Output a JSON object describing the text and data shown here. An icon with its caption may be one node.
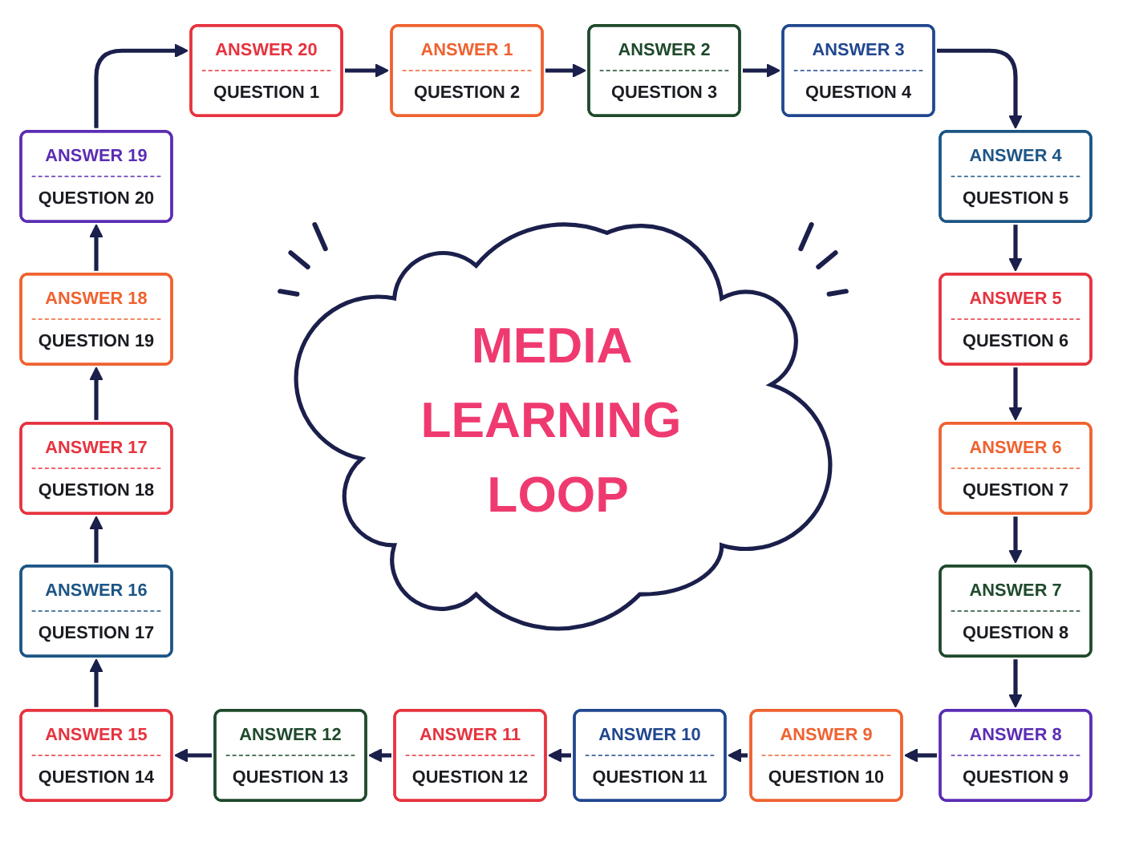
{
  "diagram": {
    "nodes": [
      {
        "text": [
          "MEDIA LEARNING LOOP"
        ]
      },
      {
        "text": [
          "ANSWER 20",
          "QUESTION 1"
        ]
      },
      {
        "text": [
          "ANSWER 1",
          "QUESTION 2"
        ]
      },
      {
        "text": [
          "ANSWER 2",
          "QUESTION 3"
        ]
      },
      {
        "text": [
          "ANSWER 3",
          "QUESTION 4"
        ]
      },
      {
        "text": [
          "ANSWER 4",
          "QUESTION 5"
        ]
      },
      {
        "text": [
          "ANSWER 5",
          "QUESTION 6"
        ]
      },
      {
        "text": [
          "ANSWER 6",
          "QUESTION 7"
        ]
      },
      {
        "text": [
          "ANSWER 7",
          "QUESTION 8"
        ]
      },
      {
        "text": [
          "ANSWER 8",
          "QUESTION 9"
        ]
      },
      {
        "text": [
          "ANSWER 9",
          "QUESTION 10"
        ]
      },
      {
        "text": [
          "ANSWER 10",
          "QUESTION 11"
        ]
      },
      {
        "text": [
          "ANSWER 11",
          "QUESTION 12"
        ]
      },
      {
        "text": [
          "ANSWER 12",
          "QUESTION 13"
        ]
      },
      {
        "text": [
          "ANSWER 15",
          "QUESTION 14"
        ]
      },
      {
        "text": [
          "ANSWER 16",
          "QUESTION 17"
        ]
      },
      {
        "text": [
          "ANSWER 17",
          "QUESTION 18"
        ]
      },
      {
        "text": [
          "ANSWER 18",
          "QUESTION 19"
        ]
      },
      {
        "text": [
          "ANSWER 19",
          "QUESTION 20"
        ]
      }
    ],
    "edges": [
      {
        "from": 1,
        "to": 2,
        "arrow": "to"
      },
      {
        "from": 2,
        "to": 3,
        "arrow": "to"
      },
      {
        "from": 3,
        "to": 4,
        "arrow": "to"
      },
      {
        "from": 4,
        "to": 5,
        "arrow": "to"
      },
      {
        "from": 5,
        "to": 6,
        "arrow": "to"
      },
      {
        "from": 6,
        "to": 7,
        "arrow": "to"
      },
      {
        "from": 7,
        "to": 8,
        "arrow": "to"
      },
      {
        "from": 8,
        "to": 9,
        "arrow": "to"
      },
      {
        "from": 9,
        "to": 10,
        "arrow": "to"
      },
      {
        "from": 10,
        "to": 11,
        "arrow": "to"
      },
      {
        "from": 11,
        "to": 12,
        "arrow": "to"
      },
      {
        "from": 12,
        "to": 13,
        "arrow": "to"
      },
      {
        "from": 13,
        "to": 14,
        "arrow": "to"
      },
      {
        "from": 14,
        "to": 15,
        "arrow": "to"
      },
      {
        "from": 15,
        "to": 16,
        "arrow": "to"
      },
      {
        "from": 16,
        "to": 17,
        "arrow": "to"
      },
      {
        "from": 17,
        "to": 18,
        "arrow": "to"
      },
      {
        "from": 18,
        "to": 1,
        "arrow": "to"
      }
    ]
  }
}
